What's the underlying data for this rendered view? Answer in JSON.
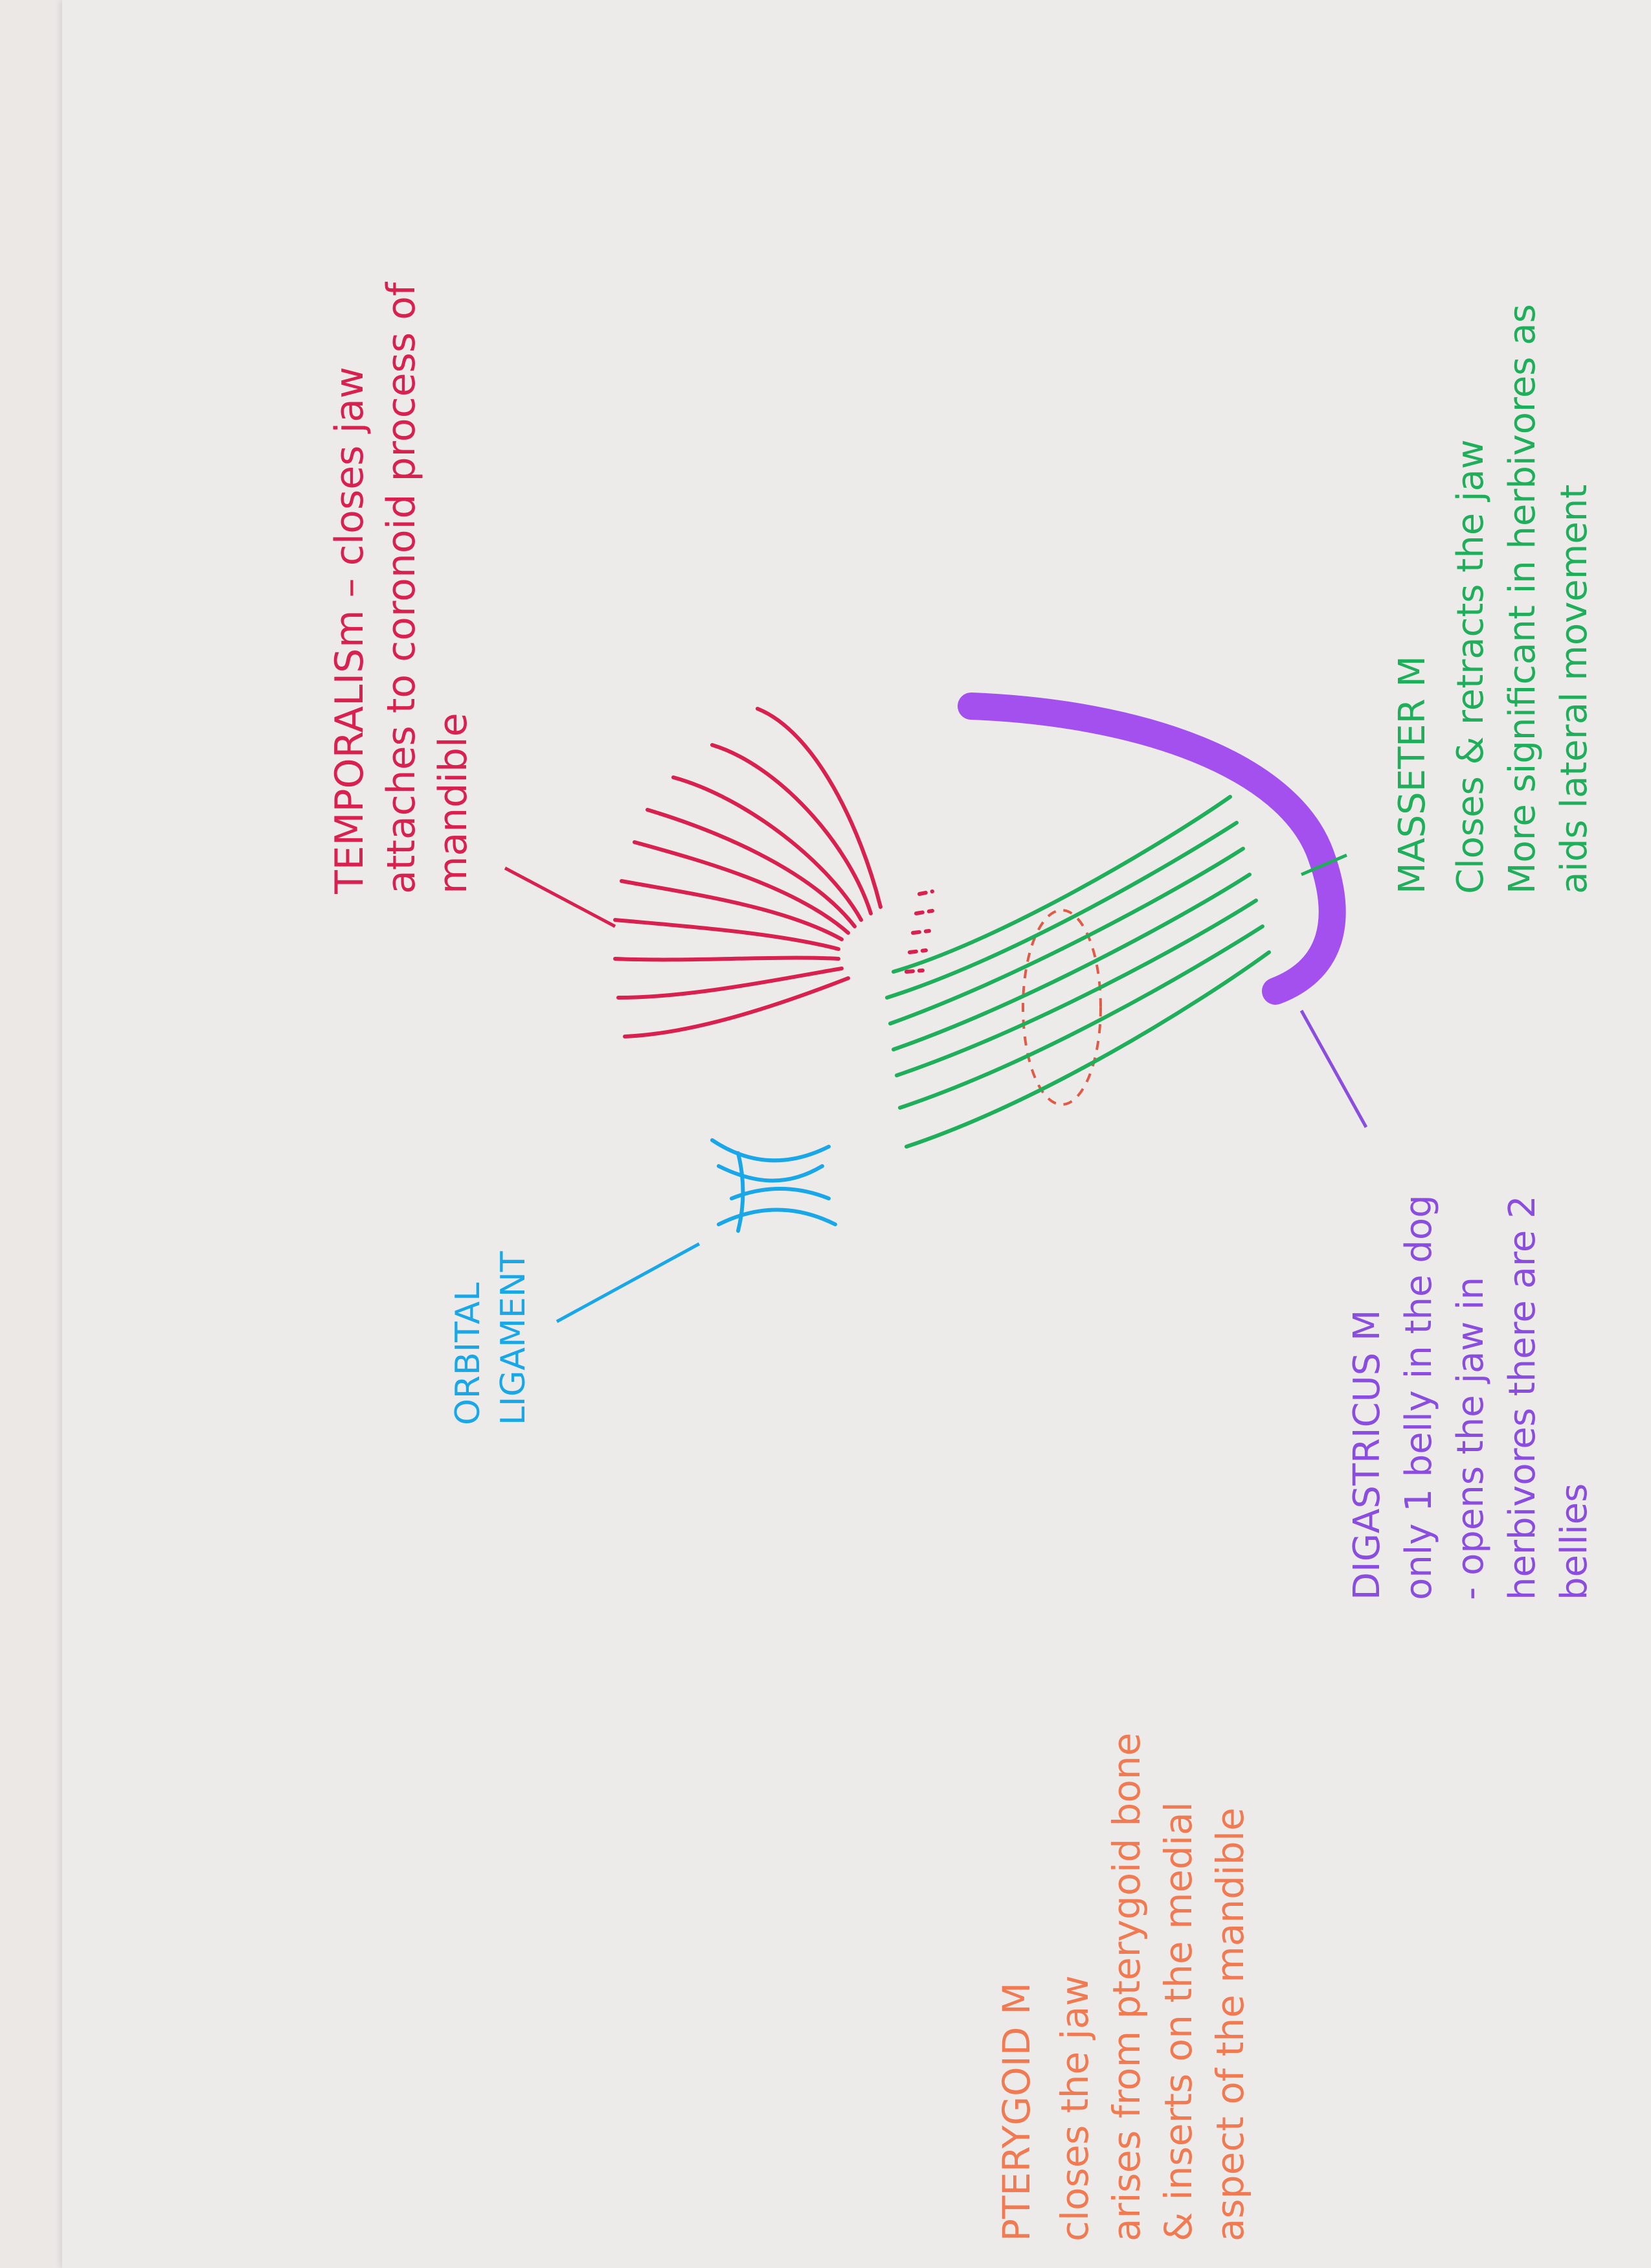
{
  "colors": {
    "temporalis": "#d8214f",
    "masseter": "#1fae5a",
    "digastricus": "#8a4de0",
    "digastricus_band": "#9b3ff0",
    "orbital": "#1aa7e8",
    "pterygoid": "#f07a52"
  },
  "labels": {
    "temporalis": {
      "title": "TEMPORALIS",
      "lines": [
        "m – closes jaw",
        "attaches to coronoid process of",
        "mandible"
      ]
    },
    "masseter": {
      "title": "MASSETER M",
      "lines": [
        "Closes & retracts the jaw",
        "More significant in herbivores as",
        "aids lateral movement"
      ]
    },
    "digastricus": {
      "title": "DIGASTRICUS M",
      "lines": [
        "only 1 belly in the dog",
        "- opens the jaw in",
        "herbivores there are 2",
        "bellies"
      ]
    },
    "orbital": {
      "lines": [
        "ORBITAL",
        "LIGAMENT"
      ]
    },
    "pterygoid": {
      "title": "PTERYGOID M",
      "lines": [
        "closes the jaw",
        "arises from pterygoid bone",
        "& inserts on the medial",
        "aspect of the mandible"
      ]
    }
  }
}
